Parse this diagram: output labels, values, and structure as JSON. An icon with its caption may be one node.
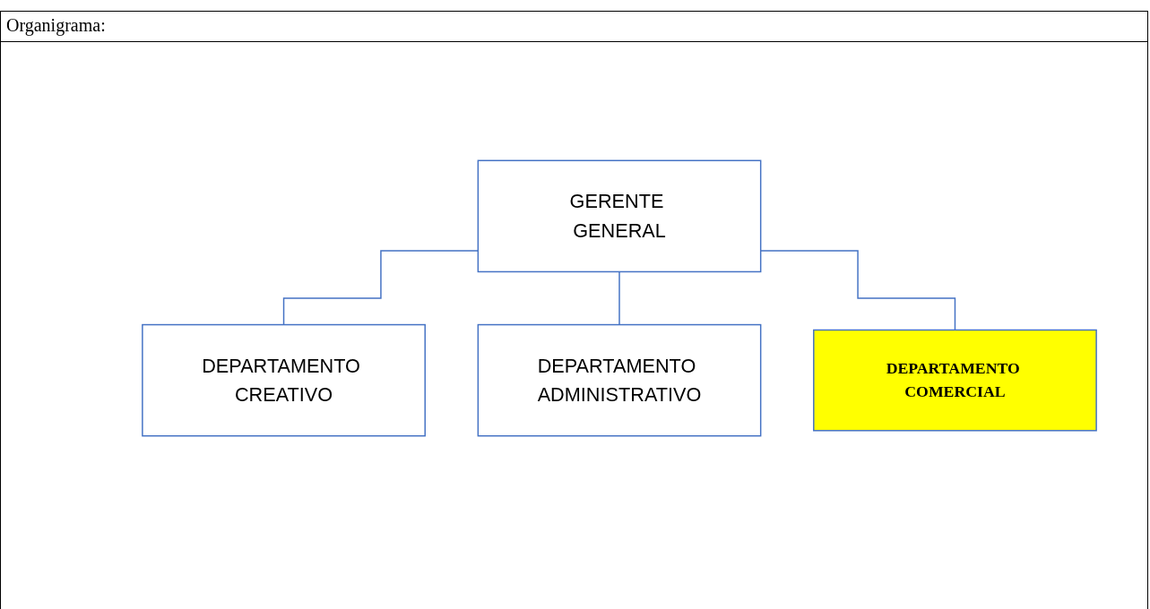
{
  "diagram": {
    "title": "Organigrama:",
    "nodes": [
      {
        "text": [
          "GERENTE GENERAL"
        ]
      },
      {
        "text": [
          "DEPARTAMENTO CREATIVO"
        ]
      },
      {
        "text": [
          "DEPARTAMENTO ADMINISTRATIVO"
        ]
      },
      {
        "text": [
          "DEPARTAMENTO COMERCIAL"
        ]
      }
    ],
    "edges": [
      {
        "from": 0,
        "to": 1,
        "arrow": "none"
      },
      {
        "from": 0,
        "to": 2,
        "arrow": "none"
      },
      {
        "from": 0,
        "to": 3,
        "arrow": "none"
      }
    ]
  }
}
